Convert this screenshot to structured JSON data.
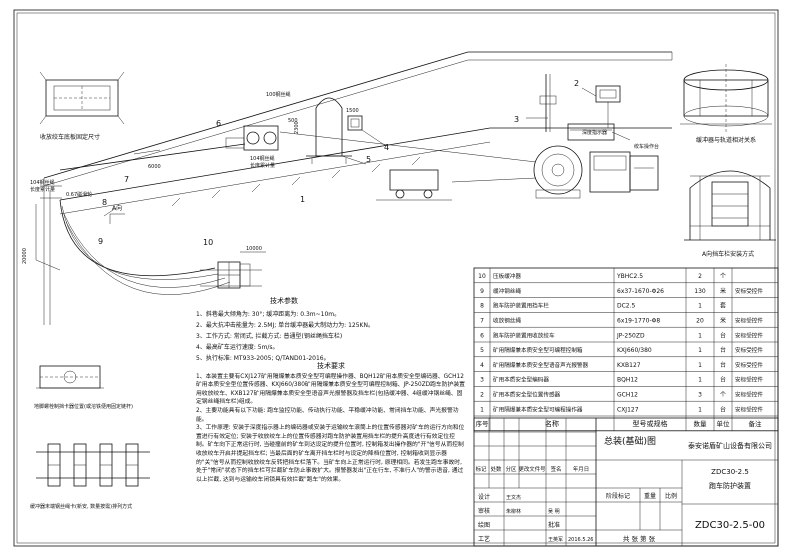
{
  "views": {
    "winch_base_label": "收放绞车底板固定尺寸",
    "limit_switch_label": "地脚螺栓制挡卡器位置(或溶铁便用固定链杆)",
    "buffer_rope_label": "缓冲器末端钢丝绳卡(新安, 数量按需)排列方式",
    "buffer_track_label": "缓冲器与轨道相对关系",
    "a_view_label": "A向挡车栏安装方式",
    "slope_label": "100钢丝绳",
    "rope_label": "104钢丝绳",
    "rope_spec": "长度累计量",
    "rope_spec2": "长度累计量",
    "spacing_label": "0.67磁滑轮",
    "a_direction": "A向",
    "dim_6000": "6000",
    "dim_10000": "10000",
    "dim_2300": "2300",
    "dim_500": "500",
    "dim_1500": "1500",
    "dim_20000": "20000",
    "panel_label": "深度指示器",
    "cabinet_label": "绞车操作台",
    "part_numbers": [
      "1",
      "2",
      "3",
      "4",
      "5",
      "6",
      "7",
      "8",
      "9",
      "10"
    ]
  },
  "tech_params": {
    "title": "技术参数",
    "lines": [
      "1、斜巷最大倾角为: 30°; 缓冲距离为: 0.3m~10m。",
      "2、最大抗冲击能量为: 2.5MJ; 单台缓冲器最大制动力为: 125KN。",
      "3、工作方式: 常闭式, 拦截方式: 普通型(钢丝绳挡车栏)",
      "4、最高矿车运行速度: 5m/s。",
      "5、执行标准: MT933-2005; Q/TAND01-2016。"
    ]
  },
  "tech_notes": {
    "title": "技术要求",
    "paragraphs": [
      "1、本装置主要有CXJ127矿用隔爆兼本质安全型可编程操作器、BQH12矿用本质安全型编码器、GCH12矿用本质安全型位置传感器、KXJ660/380矿用隔爆兼本质安全型可编程控制箱、JP-250ZD跑车防护装置用收放绞车、KXB127矿用隔爆兼本质安全型语音声光报警器及挡车栏(包括缓冲器、4组缓冲钢丝绳、固定钢丝绳挡车栏)组成。",
      "2、主要功能具有以下功能: 跑车监控功能、传动执行功能、平稳缓冲功能、常闭挡车功能、声光报警功能。",
      "3、工作原理: 安装于深度指示器上的编码器或安装于运输绞车滚筒上的位置传感器对矿车的运行方向和位置进行有效定位; 安装于收放绞车上的位置传感器对跑车防护装置用挡车栏的提升高度进行有效定位控制。矿车向下正常运行时, 当碰撞前的矿车到达设定的提升位置时, 控制箱发出操作器的\"开\"信号从而控制收放绞车开启并提起挡车栏; 当最后面的矿车离开挡车栏时与设定的降档位置时, 控制箱收到显示器的\"关\"信号从而控制收放绞车反转把挡车栏落下。当矿车向上正常运行时, 原理相同。若发生跑车事故时, 处于\"常闭\"状态下的挡车栏可拦截矿车防止事故扩大。报警器发出\"正在行车, 不准行人\"的警示语音, 通过以上拦截, 达到与运输绞车闭锁具有效拦截\"跑车\"的效果。"
    ]
  },
  "bom": {
    "headers": [
      "序号",
      "名称",
      "型号或规格",
      "数量",
      "单位",
      "备注"
    ],
    "rows": [
      {
        "no": "10",
        "name": "压板缓冲器",
        "spec": "YBHC2.5",
        "qty": "2",
        "unit": "个",
        "note": ""
      },
      {
        "no": "9",
        "name": "缓冲钢丝绳",
        "spec": "6x37-1670-Φ26",
        "qty": "130",
        "unit": "米",
        "note": "安标受控件"
      },
      {
        "no": "8",
        "name": "跑车防护装置用挡车栏",
        "spec": "DC2.5",
        "qty": "1",
        "unit": "套",
        "note": ""
      },
      {
        "no": "7",
        "name": "收放钢丝绳",
        "spec": "6x19-1770-Φ8",
        "qty": "20",
        "unit": "米",
        "note": "安标受控件"
      },
      {
        "no": "6",
        "name": "跑车防护装置用收放绞车",
        "spec": "JP-250ZD",
        "qty": "1",
        "unit": "台",
        "note": "安标受控件"
      },
      {
        "no": "5",
        "name": "矿用隔爆兼本质安全型可编程控制箱",
        "spec": "KXJ660/380",
        "qty": "1",
        "unit": "台",
        "note": "安标受控件"
      },
      {
        "no": "4",
        "name": "矿用隔爆兼本质安全型语音声光报警器",
        "spec": "KXB127",
        "qty": "1",
        "unit": "台",
        "note": "安标受控件"
      },
      {
        "no": "3",
        "name": "矿用本质安全型编码器",
        "spec": "BQH12",
        "qty": "1",
        "unit": "台",
        "note": "安标受控件"
      },
      {
        "no": "2",
        "name": "矿用本质安全型位置传感器",
        "spec": "GCH12",
        "qty": "3",
        "unit": "个",
        "note": "安标受控件"
      },
      {
        "no": "1",
        "name": "矿用隔爆兼本质安全型可编程操作器",
        "spec": "CXJ127",
        "qty": "1",
        "unit": "台",
        "note": "安标受控件"
      }
    ]
  },
  "title_block": {
    "assembly": "总装(基础)图",
    "company": "泰安诺盾矿山设备有限公司",
    "product_code": "ZDC30-2.5",
    "product_name": "跑车防护装置",
    "drawing_no": "ZDC30-2.5-00",
    "change_headers": [
      "标记",
      "处数",
      "分区",
      "更改文件号",
      "签名",
      "年月日"
    ],
    "roles": {
      "design": "设计",
      "process": "工艺",
      "check": "审核",
      "draw": "绘图",
      "approve": "批准",
      "stage": "阶段标记",
      "weight": "重量",
      "scale": "比例"
    },
    "names": {
      "design": "王文杰",
      "approve": "王英军",
      "check": "朱柳林",
      "stamp": "吴 明"
    },
    "date": "2016.5.26",
    "sheets": "共 张 第 张"
  }
}
